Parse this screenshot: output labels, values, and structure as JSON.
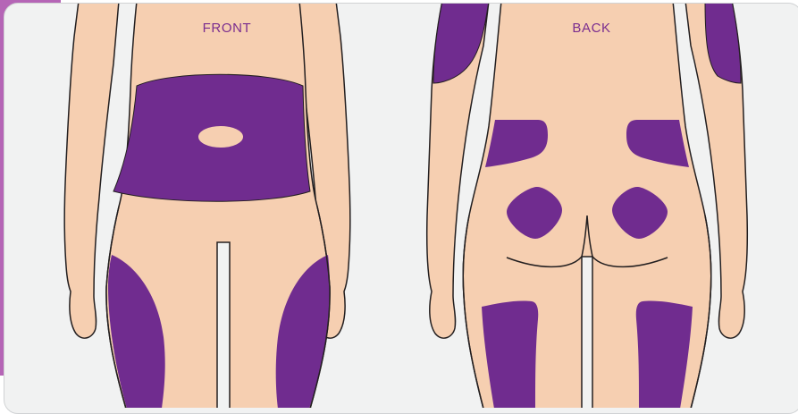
{
  "labels": {
    "front": "FRONT",
    "back": "BACK"
  },
  "colors": {
    "accent_strip": "#b565b6",
    "panel_background": "#f1f2f2",
    "skin": "#f6cfb1",
    "injection_site": "#702c8f",
    "outline": "#231f20",
    "label_text": "#7a2d8f"
  },
  "figures": [
    {
      "view": "front",
      "highlighted_regions": [
        "abdomen",
        "left-outer-thigh",
        "right-outer-thigh"
      ]
    },
    {
      "view": "back",
      "highlighted_regions": [
        "left-upper-arm",
        "right-upper-arm",
        "left-lower-back",
        "right-lower-back",
        "left-buttock",
        "right-buttock",
        "left-back-thigh",
        "right-back-thigh"
      ]
    }
  ]
}
